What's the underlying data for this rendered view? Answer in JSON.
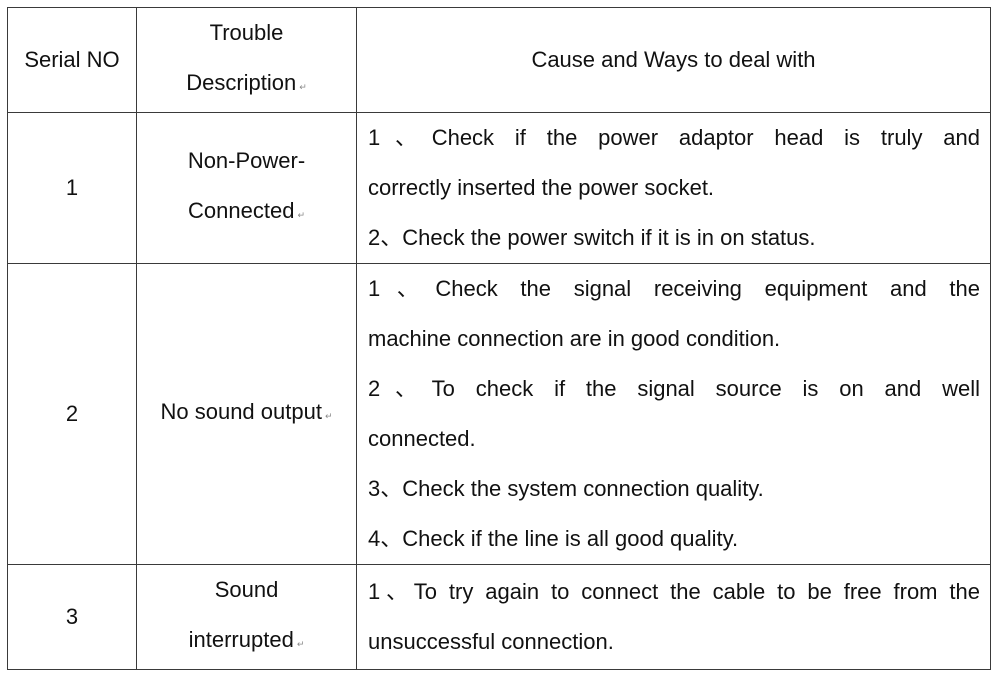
{
  "header": {
    "serial": "Serial NO",
    "trouble": [
      "Trouble",
      "Description"
    ],
    "cause": "Cause and Ways to deal with"
  },
  "rows": [
    {
      "serial": "1",
      "trouble": [
        "Non-Power-",
        "Connected"
      ],
      "causes": [
        "1、Check if the power adaptor head is truly and",
        "correctly inserted the power socket.",
        "2、Check the power switch if it is in on status."
      ]
    },
    {
      "serial": "2",
      "trouble": [
        "No sound output"
      ],
      "causes": [
        "1、Check the signal receiving equipment and the",
        "machine connection are in good condition.",
        "2、To check if the signal source is on and well",
        "connected.",
        "3、Check the system connection quality.",
        "4、Check if the line is all good quality."
      ]
    },
    {
      "serial": "3",
      "trouble": [
        "Sound",
        "interrupted"
      ],
      "causes": [
        "1、To try again to connect the cable to be free from the",
        "unsuccessful connection."
      ]
    }
  ],
  "paragraph_mark": "↵"
}
